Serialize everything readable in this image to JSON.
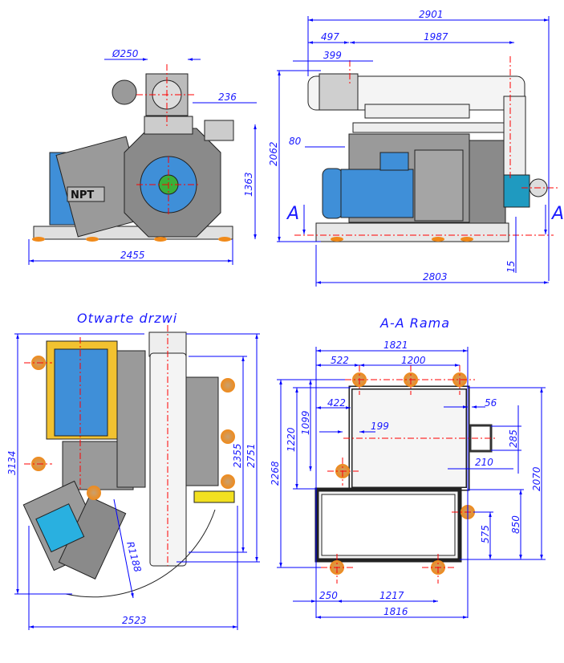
{
  "views": {
    "front": {
      "logo_text": "NPT",
      "dimensions": {
        "diameter": "Ø250",
        "offset": "236",
        "height": "1363",
        "width": "2455"
      }
    },
    "side": {
      "section_mark": "A",
      "dimensions": {
        "total_length": "2901",
        "d497": "497",
        "d1987": "1987",
        "d399": "399",
        "height": "2062",
        "d80": "80",
        "d15": "15",
        "base_length": "2803"
      }
    },
    "top_open": {
      "title": "Otwarte drzwi",
      "dimensions": {
        "length": "3134",
        "d2355": "2355",
        "d2751": "2751",
        "radius": "R1188",
        "width": "2523"
      }
    },
    "frame": {
      "title": "A-A Rama",
      "dimensions": {
        "d1821": "1821",
        "d522": "522",
        "d1200": "1200",
        "d1099": "1099",
        "d1220": "1220",
        "d2268": "2268",
        "d422": "422",
        "d199": "199",
        "d56": "56",
        "d285": "285",
        "d210": "210",
        "d2070": "2070",
        "d850": "850",
        "d575": "575",
        "d250": "250",
        "d1217": "1217",
        "d1816": "1816"
      }
    }
  },
  "colors": {
    "dimension": "#0000ff",
    "centerline": "#ff0000",
    "motor": "#3f8fd8",
    "body": "#9a9a9a",
    "foot": "#f08a1a"
  }
}
